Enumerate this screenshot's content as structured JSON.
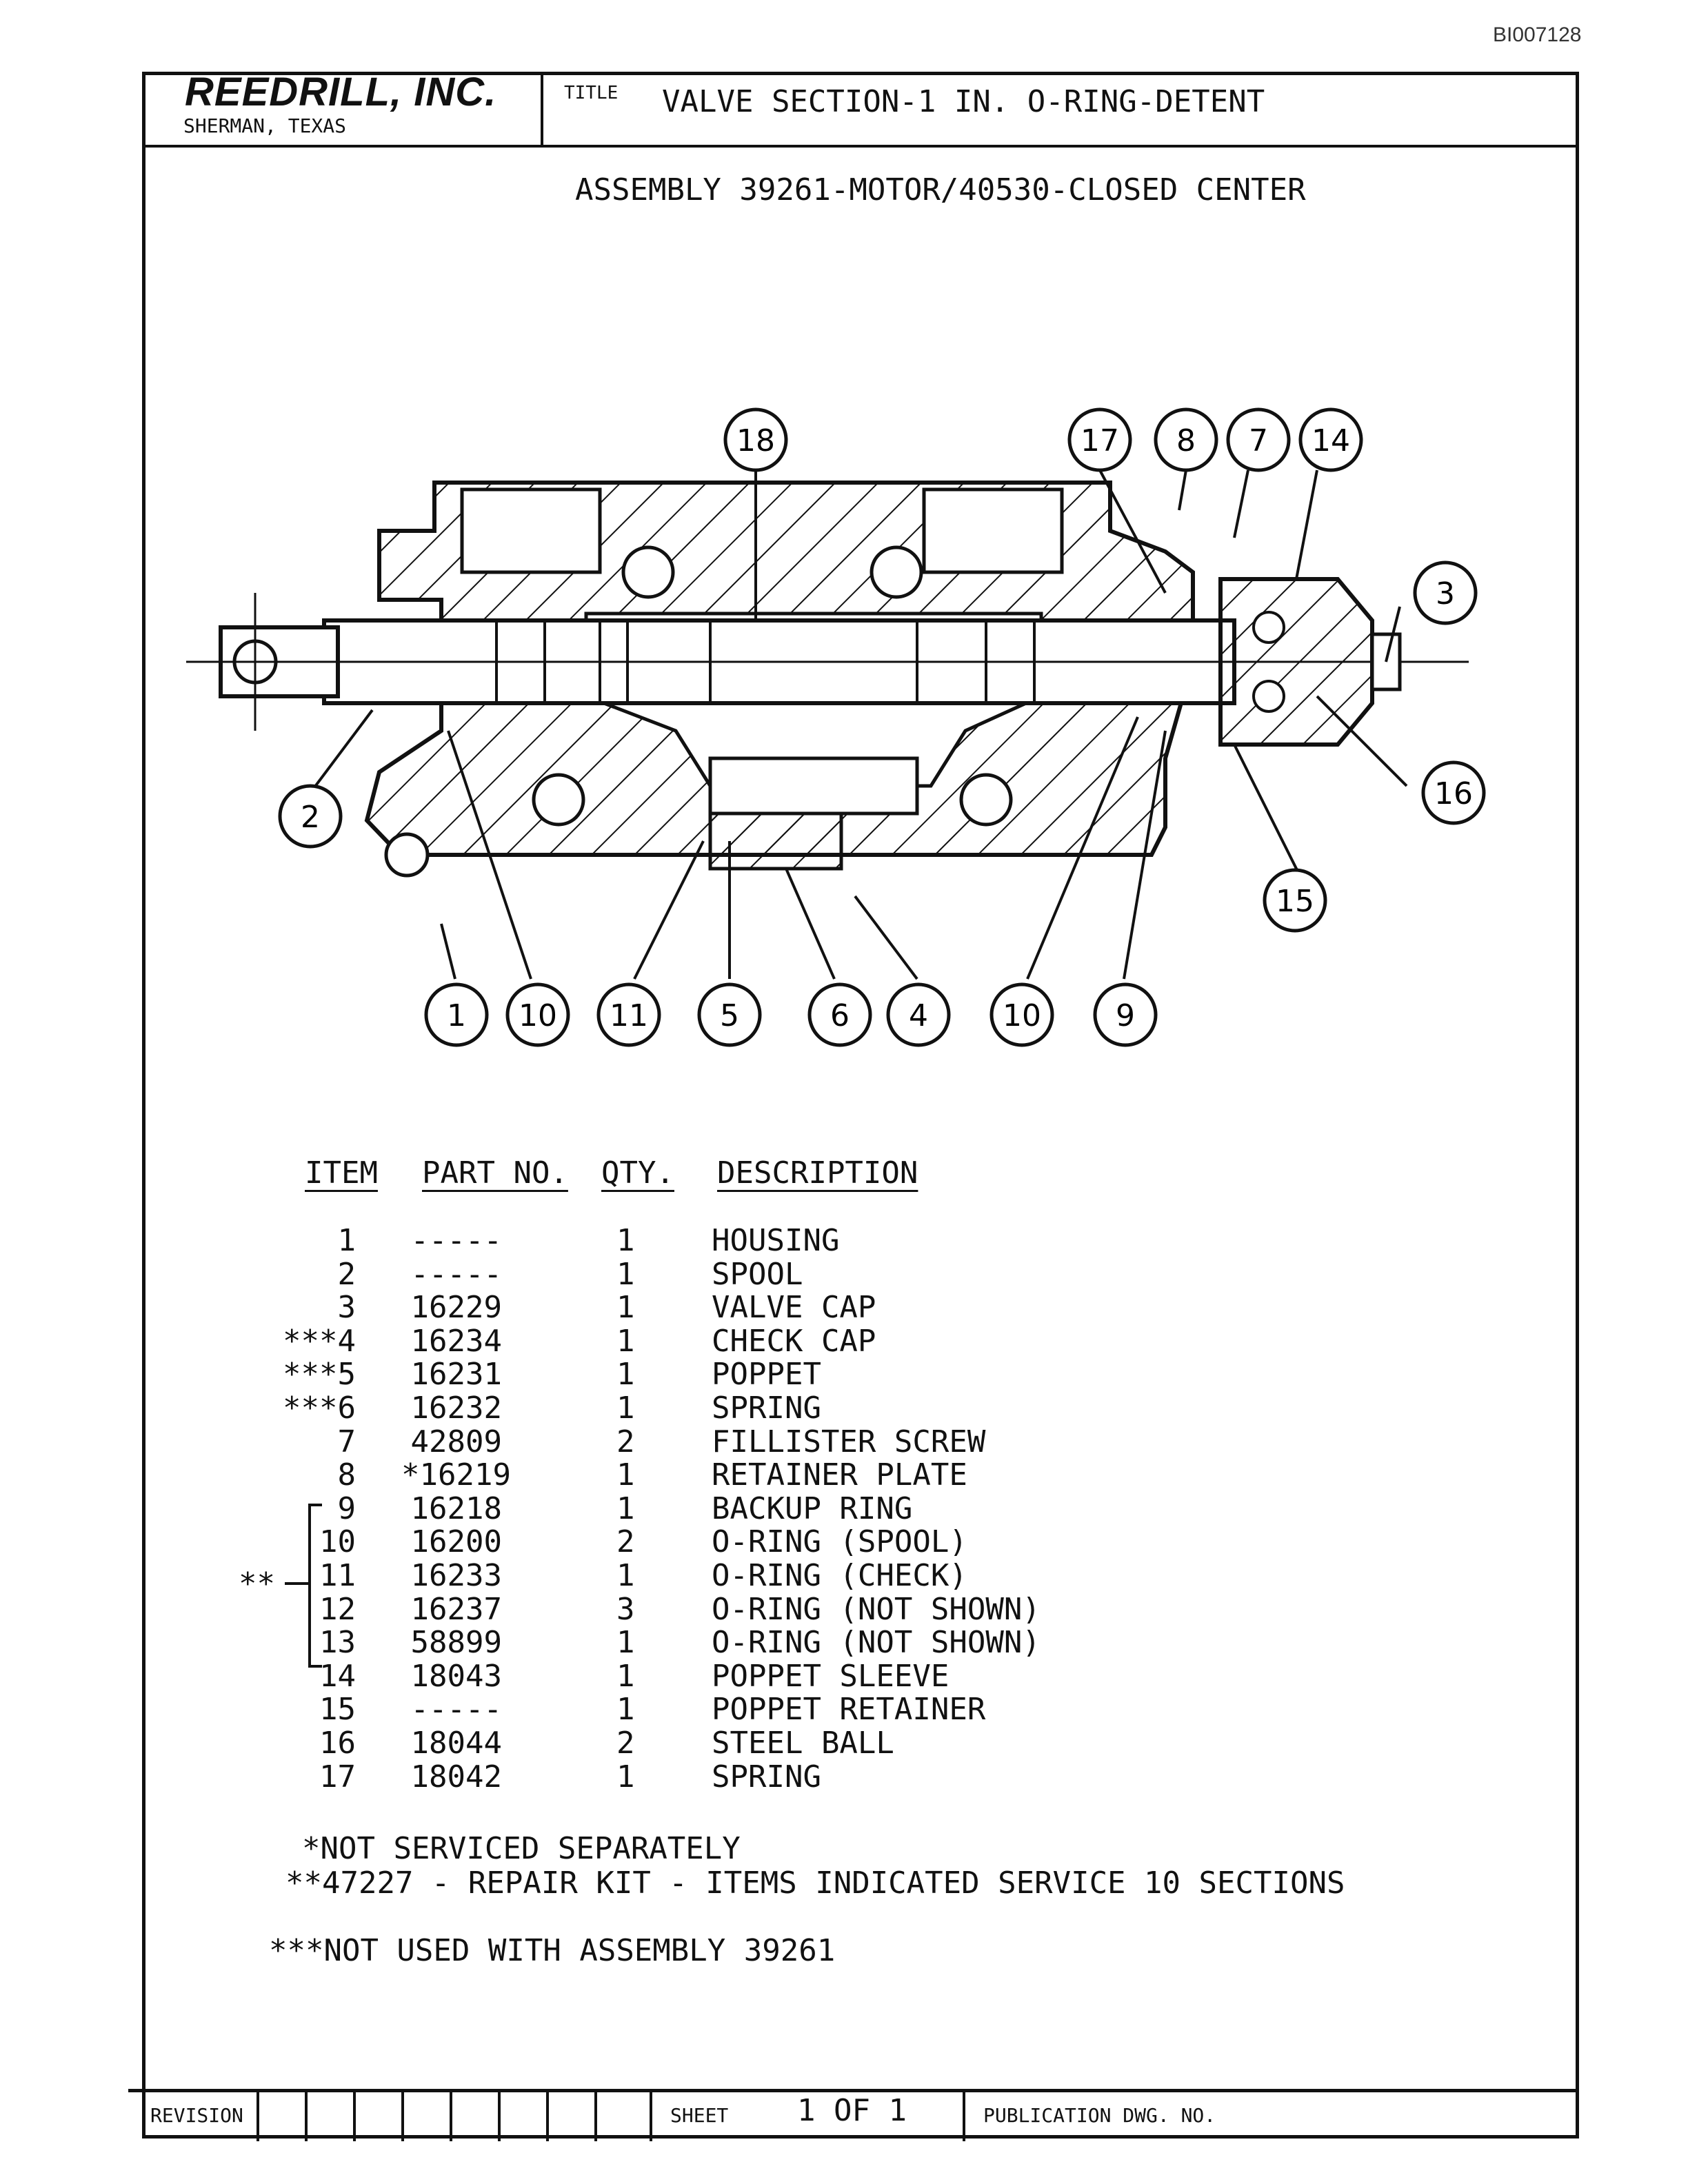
{
  "document_code": "BI007128",
  "header": {
    "company": "REEDRILL, INC.",
    "location": "SHERMAN, TEXAS",
    "title_label": "TITLE",
    "title": "VALVE SECTION-1 IN. O-RING-DETENT"
  },
  "assembly": "ASSEMBLY 39261-MOTOR/40530-CLOSED CENTER",
  "drawing": {
    "callouts": [
      "18",
      "17",
      "8",
      "7",
      "14",
      "3",
      "16",
      "15",
      "2",
      "1",
      "10",
      "11",
      "5",
      "6",
      "4",
      "10",
      "9"
    ]
  },
  "parts_table": {
    "headers": {
      "item": "ITEM",
      "part_no": "PART NO.",
      "qty": "QTY.",
      "description": "DESCRIPTION"
    },
    "rows": [
      {
        "item": "1",
        "part_no": "-----",
        "qty": "1",
        "description": "HOUSING"
      },
      {
        "item": "2",
        "part_no": "-----",
        "qty": "1",
        "description": "SPOOL"
      },
      {
        "item": "3",
        "part_no": "16229",
        "qty": "1",
        "description": "VALVE CAP"
      },
      {
        "item": "***4",
        "part_no": "16234",
        "qty": "1",
        "description": "CHECK CAP"
      },
      {
        "item": "***5",
        "part_no": "16231",
        "qty": "1",
        "description": "POPPET"
      },
      {
        "item": "***6",
        "part_no": "16232",
        "qty": "1",
        "description": "SPRING"
      },
      {
        "item": "7",
        "part_no": "42809",
        "qty": "2",
        "description": "FILLISTER SCREW"
      },
      {
        "item": "8",
        "part_no": "*16219",
        "qty": "1",
        "description": "RETAINER PLATE"
      },
      {
        "item": "9",
        "part_no": "16218",
        "qty": "1",
        "description": "BACKUP RING"
      },
      {
        "item": "10",
        "part_no": "16200",
        "qty": "2",
        "description": "O-RING (SPOOL)"
      },
      {
        "item": "11",
        "part_no": "16233",
        "qty": "1",
        "description": "O-RING (CHECK)"
      },
      {
        "item": "12",
        "part_no": "16237",
        "qty": "3",
        "description": "O-RING (NOT SHOWN)"
      },
      {
        "item": "13",
        "part_no": "58899",
        "qty": "1",
        "description": "O-RING (NOT SHOWN)"
      },
      {
        "item": "14",
        "part_no": "18043",
        "qty": "1",
        "description": "POPPET SLEEVE"
      },
      {
        "item": "15",
        "part_no": "-----",
        "qty": "1",
        "description": "POPPET RETAINER"
      },
      {
        "item": "16",
        "part_no": "18044",
        "qty": "2",
        "description": "STEEL BALL"
      },
      {
        "item": "17",
        "part_no": "18042",
        "qty": "1",
        "description": "SPRING"
      }
    ],
    "bracket_marker": "**"
  },
  "notes": [
    "*NOT SERVICED SEPARATELY",
    "**47227 - REPAIR KIT - ITEMS INDICATED SERVICE 10 SECTIONS",
    "***NOT USED WITH ASSEMBLY 39261"
  ],
  "footer": {
    "revision_label": "REVISION",
    "sheet_label": "SHEET",
    "sheet_value": "1 OF 1",
    "publication_label": "PUBLICATION DWG. NO."
  }
}
